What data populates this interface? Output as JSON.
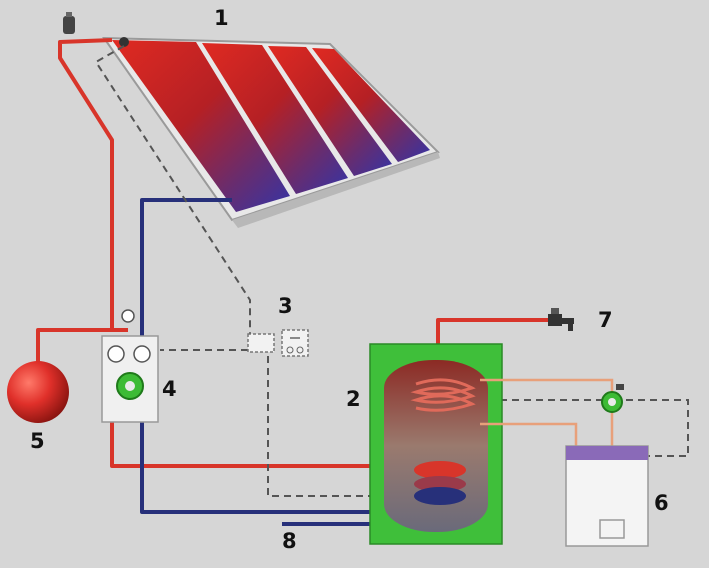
{
  "labels": {
    "collector": "1",
    "storage_tank": "2",
    "controller": "3",
    "pump_station": "4",
    "expansion_vessel": "5",
    "boiler": "6",
    "hot_water_tap": "7",
    "cold_water_inlet": "8"
  },
  "colors": {
    "background": "#d6d6d6",
    "hot_pipe": "#d8352a",
    "cold_pipe": "#27307a",
    "control_wire": "#555555",
    "tank_casing": "#3fbf3a",
    "pump_green": "#3dbb35",
    "collector_red": "#c92a23",
    "collector_blue": "#3a3aa8"
  }
}
